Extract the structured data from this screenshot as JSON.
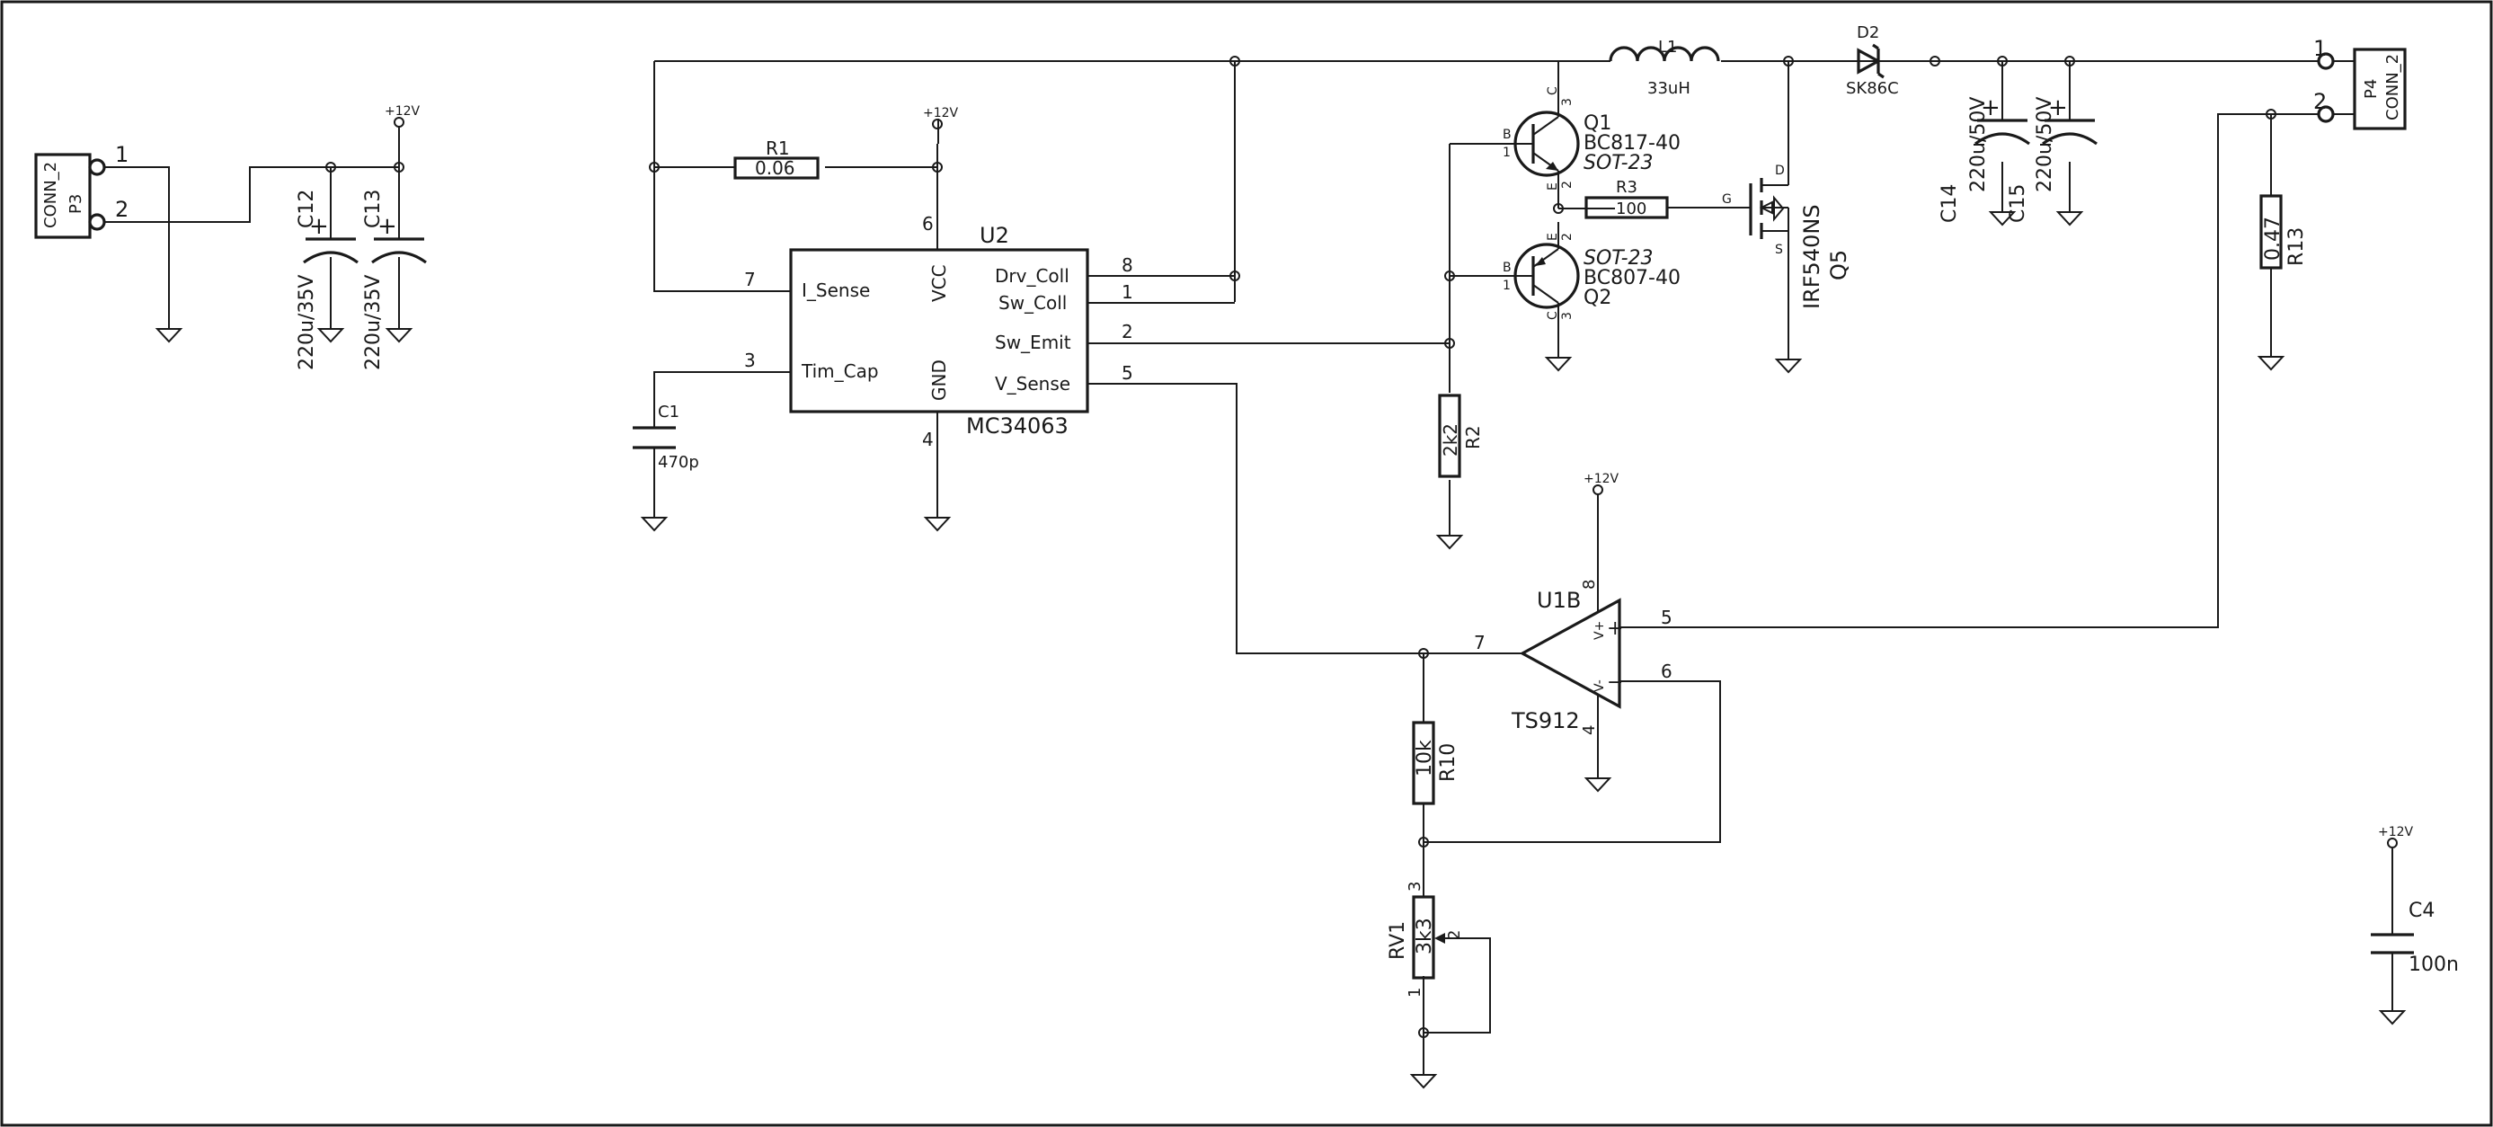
{
  "connectors": {
    "p3": {
      "ref": "P3",
      "value": "CONN_2",
      "pin1": "1",
      "pin2": "2"
    },
    "p4": {
      "ref": "P4",
      "value": "CONN_2",
      "pin1": "1",
      "pin2": "2"
    }
  },
  "power": {
    "plus12v": "+12V"
  },
  "capacitors": {
    "c12": {
      "ref": "C12",
      "value": "220u/35V"
    },
    "c13": {
      "ref": "C13",
      "value": "220u/35V"
    },
    "c14": {
      "ref": "C14",
      "value": "220u/50V"
    },
    "c15": {
      "ref": "C15",
      "value": "220u/50V"
    },
    "c1": {
      "ref": "C1",
      "value": "470p"
    },
    "c4": {
      "ref": "C4",
      "value": "100n"
    }
  },
  "resistors": {
    "r1": {
      "ref": "R1",
      "value": "0.06"
    },
    "r2": {
      "ref": "R2",
      "value": "2k2"
    },
    "r3": {
      "ref": "R3",
      "value": "100"
    },
    "r10": {
      "ref": "R10",
      "value": "10k"
    },
    "r13": {
      "ref": "R13",
      "value": "0.47"
    }
  },
  "pot": {
    "ref": "RV1",
    "value": "3k3",
    "pin1": "1",
    "pin2": "2",
    "pin3": "3"
  },
  "inductor": {
    "ref": "L1",
    "value": "33uH"
  },
  "diode": {
    "ref": "D2",
    "value": "SK86C"
  },
  "mosfet": {
    "ref": "Q5",
    "value": "IRF540NS",
    "pin_g": "G",
    "pin_d": "D",
    "pin_s": "S"
  },
  "q1": {
    "ref": "Q1",
    "value": "BC817-40",
    "package": "SOT-23",
    "pin_b": "B",
    "pin_c": "C",
    "pin_e": "E",
    "num_b": "1",
    "num_c": "3",
    "num_e": "2"
  },
  "q2": {
    "ref": "Q2",
    "value": "BC807-40",
    "package": "SOT-23",
    "pin_b": "B",
    "pin_c": "C",
    "pin_e": "E",
    "num_b": "1",
    "num_c": "3",
    "num_e": "2"
  },
  "u2": {
    "ref": "U2",
    "value": "MC34063",
    "pins": {
      "i_sense": "I_Sense",
      "tim_cap": "Tim_Cap",
      "vcc": "VCC",
      "gnd": "GND",
      "drv_coll": "Drv_Coll",
      "sw_coll": "Sw_Coll",
      "sw_emit": "Sw_Emit",
      "v_sense": "V_Sense"
    },
    "numbers": {
      "n7": "7",
      "n3": "3",
      "n6": "6",
      "n4": "4",
      "n8": "8",
      "n1": "1",
      "n2": "2",
      "n5": "5"
    }
  },
  "u1b": {
    "ref": "U1B",
    "value": "TS912",
    "vplus": "V+",
    "vminus": "V-",
    "plus": "+",
    "minus": "−",
    "numbers": {
      "n8": "8",
      "n4": "4",
      "n5": "5",
      "n6": "6",
      "n7": "7"
    }
  }
}
